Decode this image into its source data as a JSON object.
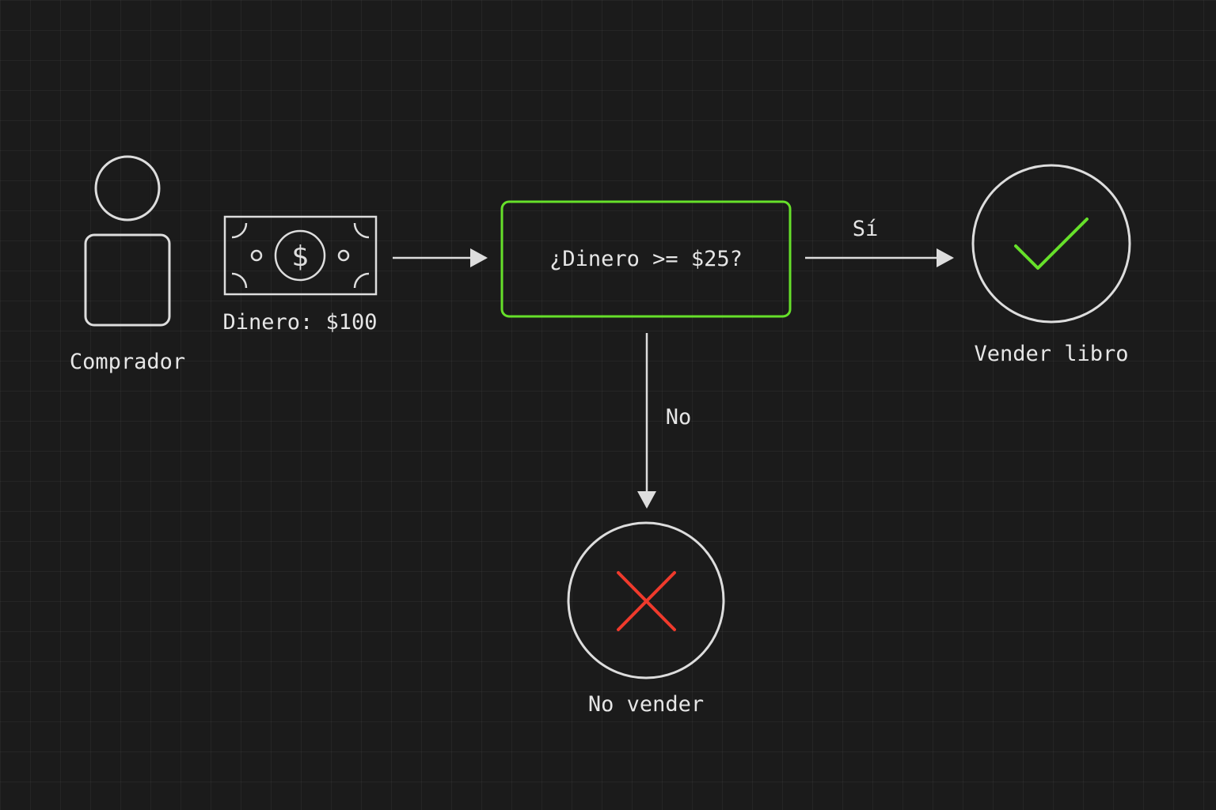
{
  "nodes": {
    "buyer": {
      "label": "Comprador"
    },
    "money": {
      "label": "Dinero: $100",
      "symbol": "$"
    },
    "decision": {
      "label": "¿Dinero >= $25?"
    },
    "sell": {
      "label": "Vender libro"
    },
    "no_sell": {
      "label": "No vender"
    }
  },
  "edges": {
    "yes_label": "Sí",
    "no_label": "No"
  },
  "colors": {
    "background": "#1b1b1b",
    "stroke": "#dddddd",
    "accent_green": "#66e02a",
    "accent_red": "#ef3a2c"
  }
}
